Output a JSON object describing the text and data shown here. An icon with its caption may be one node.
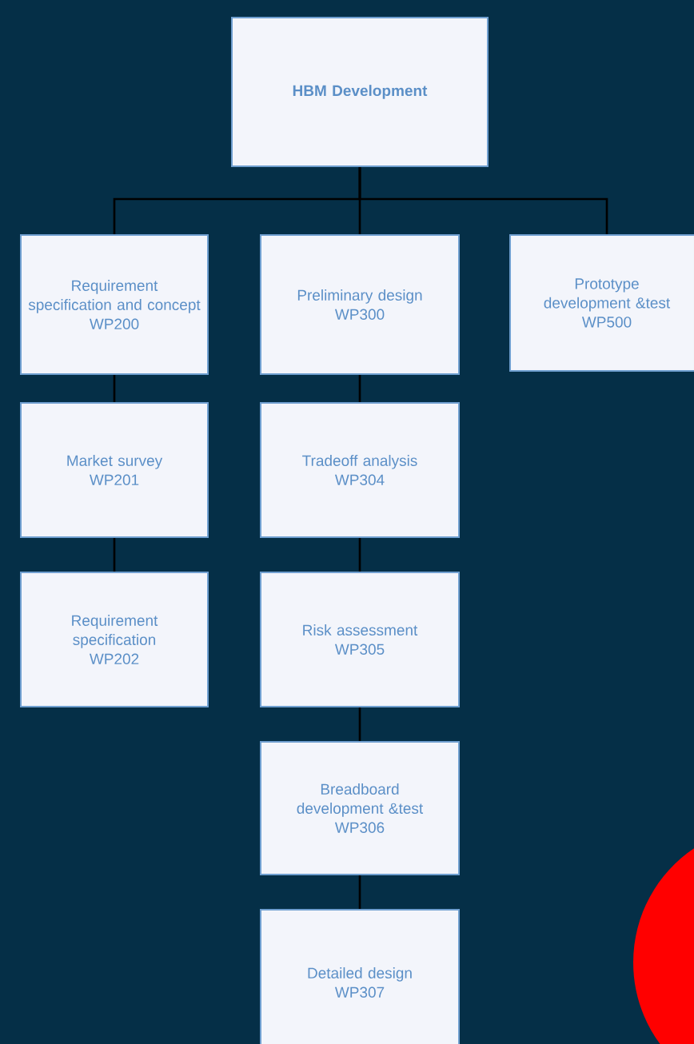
{
  "diagram": {
    "nodes": [
      {
        "text": [
          "HBM Development"
        ]
      },
      {
        "text": [
          "Requirement specification and concept",
          "WP200"
        ]
      },
      {
        "text": [
          "Preliminary design",
          "WP300"
        ]
      },
      {
        "text": [
          "Prototype development &test",
          "WP500"
        ]
      },
      {
        "text": [
          "Market survey",
          "WP201"
        ]
      },
      {
        "text": [
          "Tradeoff analysis",
          "WP304"
        ]
      },
      {
        "text": [
          "Requirement specification",
          "WP202"
        ]
      },
      {
        "text": [
          "Risk assessment",
          "WP305"
        ]
      },
      {
        "text": [
          "Breadboard development &test",
          "WP306"
        ]
      },
      {
        "text": [
          "Detailed design",
          "WP307"
        ]
      }
    ],
    "edges": [
      {
        "from": 0,
        "to": 1,
        "arrow": "none"
      },
      {
        "from": 0,
        "to": 2,
        "arrow": "none"
      },
      {
        "from": 0,
        "to": 3,
        "arrow": "none"
      },
      {
        "from": 1,
        "to": 4,
        "arrow": "none"
      },
      {
        "from": 4,
        "to": 6,
        "arrow": "none"
      },
      {
        "from": 2,
        "to": 5,
        "arrow": "none"
      },
      {
        "from": 5,
        "to": 7,
        "arrow": "none"
      },
      {
        "from": 7,
        "to": 8,
        "arrow": "none"
      },
      {
        "from": 8,
        "to": 9,
        "arrow": "none"
      }
    ]
  }
}
